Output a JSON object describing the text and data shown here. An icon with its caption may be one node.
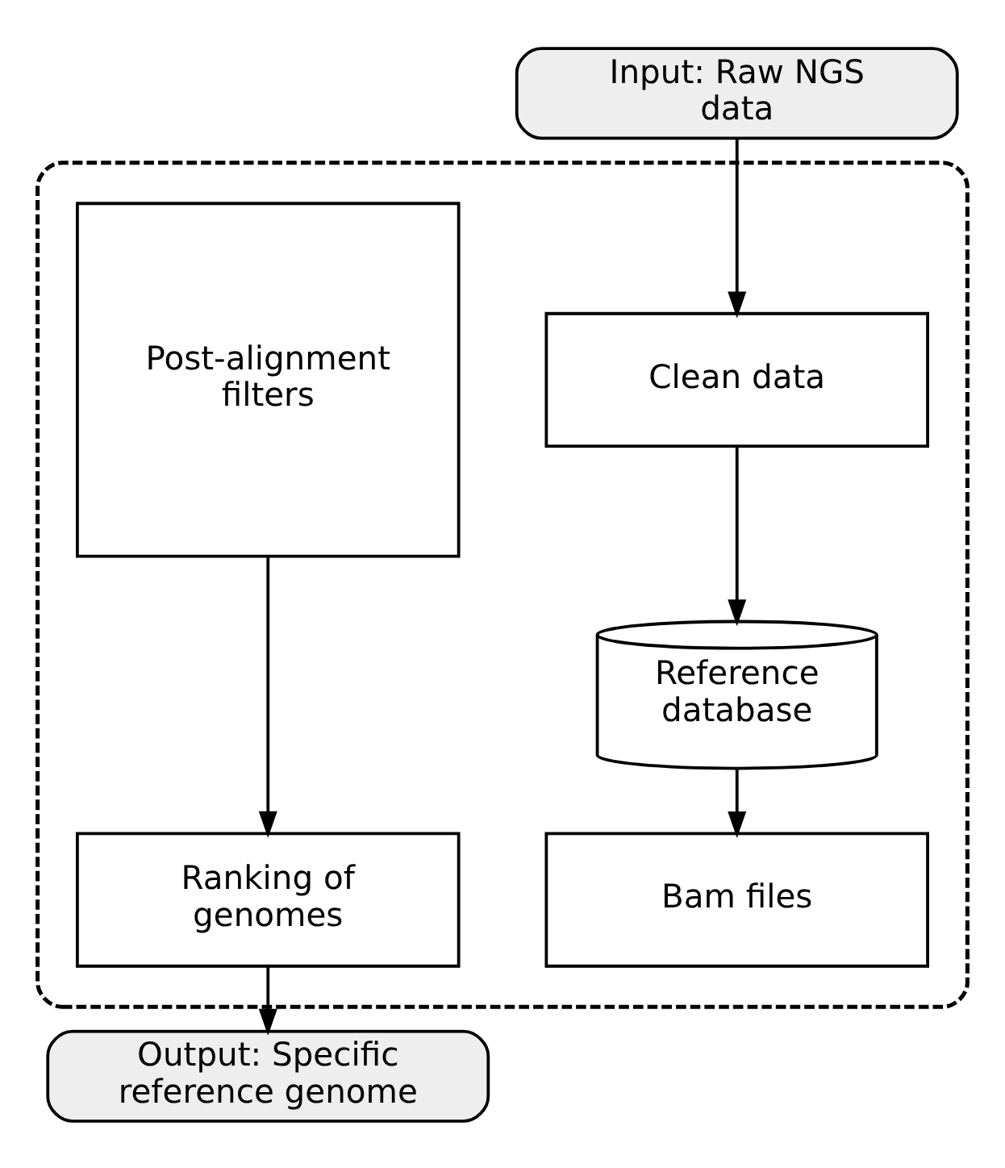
{
  "diagram": {
    "nodes": [
      {
        "text": [
          "Input: Raw NGS data"
        ]
      },
      {
        "text": [],
        "shape": "box"
      },
      {
        "text": [
          "Clean data"
        ],
        "in": 1
      },
      {
        "text": [
          "Reference database"
        ],
        "in": 1
      },
      {
        "text": [
          "Bam files"
        ],
        "in": 1
      },
      {
        "text": [
          "Post-alignment filters"
        ],
        "in": 1
      },
      {
        "text": [
          "Ranking of genomes"
        ],
        "in": 1
      },
      {
        "text": [
          "Output: Specific reference genome"
        ]
      }
    ],
    "edges": [
      {
        "from": 0,
        "to": 2,
        "arrow": "to"
      },
      {
        "from": 2,
        "to": 3,
        "arrow": "to"
      },
      {
        "from": 3,
        "to": 4,
        "arrow": "to"
      },
      {
        "from": 5,
        "to": 6,
        "arrow": "to"
      },
      {
        "from": 6,
        "to": 7,
        "arrow": "to"
      }
    ]
  }
}
